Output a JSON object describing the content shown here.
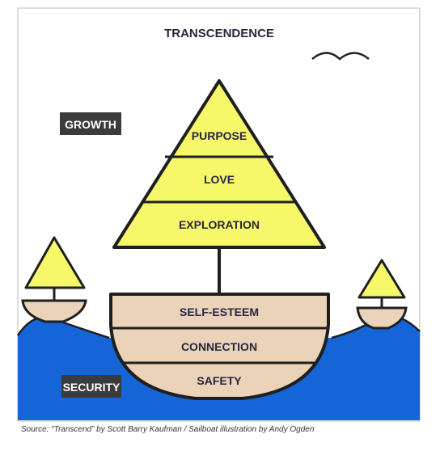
{
  "title": "TRANSCENDENCE",
  "growth_label": "GROWTH",
  "security_label": "SECURITY",
  "sail_levels": [
    "PURPOSE",
    "LOVE",
    "EXPLORATION"
  ],
  "hull_levels": [
    "SELF-ESTEEM",
    "CONNECTION",
    "SAFETY"
  ],
  "caption": "Source: “Transcend” by Scott Barry Kaufman / Sailboat illustration by Andy Ogden",
  "colors": {
    "sail": "#f7f76a",
    "hull": "#ead3b8",
    "water": "#1565d8",
    "tag_bg": "#3b3b3b",
    "outline": "#1f1f1f",
    "text": "#262640"
  },
  "icons": [
    "bird-icon",
    "small-sailboat-left-icon",
    "small-sailboat-right-icon",
    "wave-icon"
  ]
}
